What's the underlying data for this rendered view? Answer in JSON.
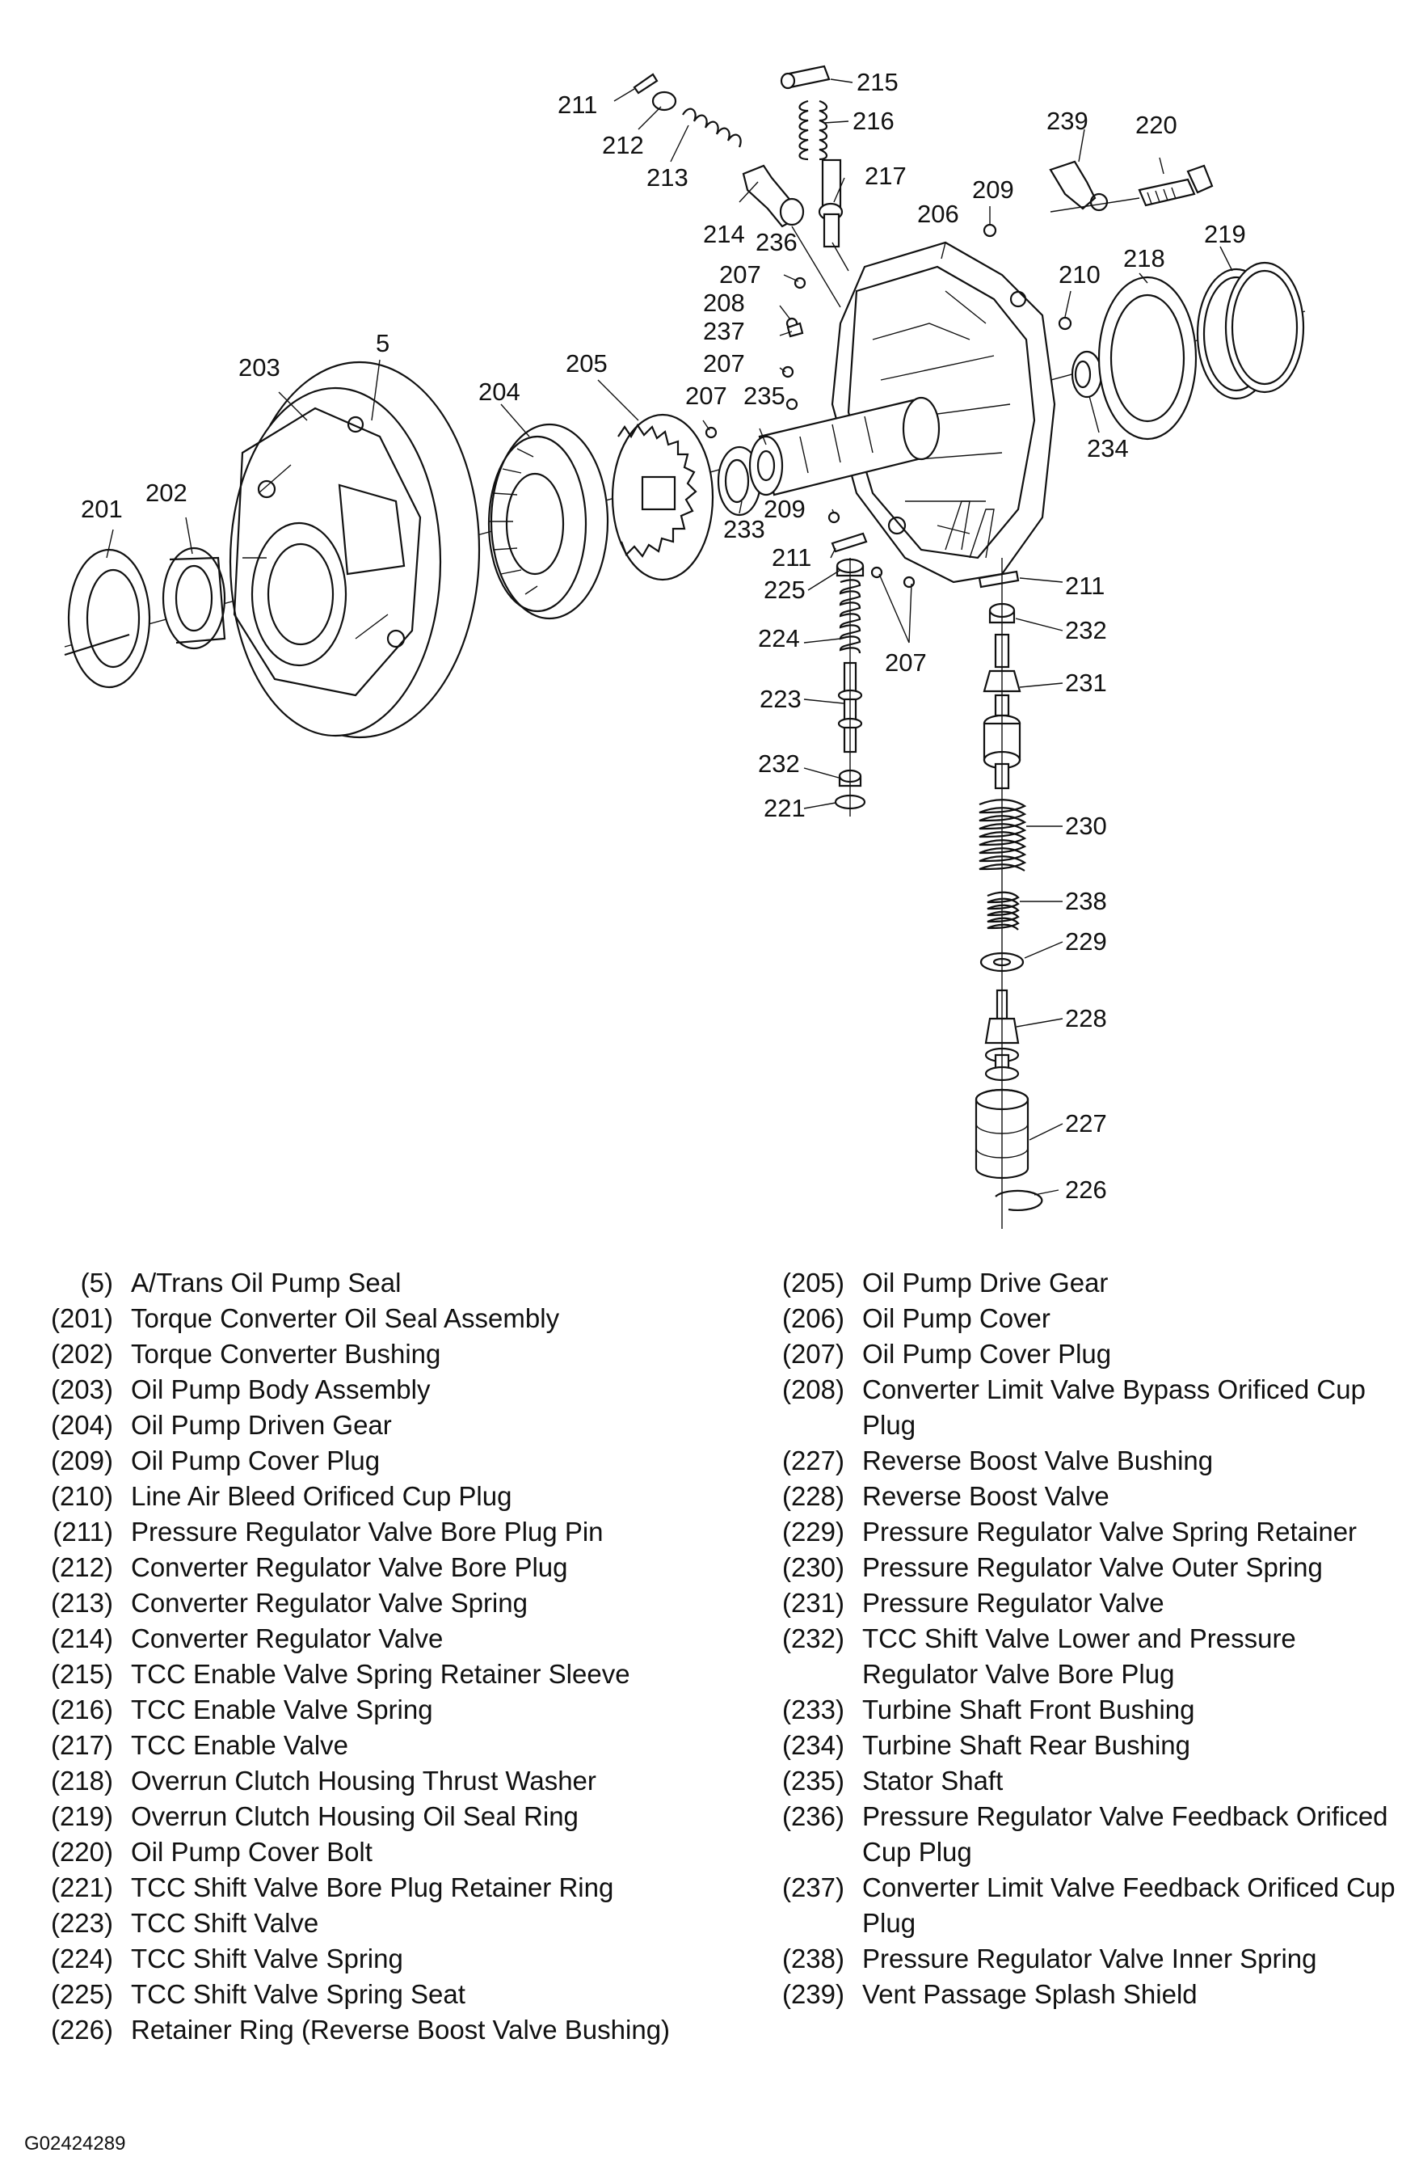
{
  "figure_id": "G02424289",
  "callouts": [
    "5",
    "201",
    "202",
    "203",
    "204",
    "205",
    "206",
    "207",
    "207",
    "207",
    "207",
    "208",
    "209",
    "209",
    "210",
    "211",
    "211",
    "211",
    "212",
    "213",
    "214",
    "215",
    "216",
    "217",
    "218",
    "219",
    "220",
    "221",
    "223",
    "224",
    "225",
    "226",
    "227",
    "228",
    "229",
    "230",
    "231",
    "232",
    "232",
    "233",
    "234",
    "235",
    "236",
    "237",
    "238",
    "239"
  ],
  "legend_left": [
    {
      "code": "(5)",
      "desc": "A/Trans Oil Pump Seal"
    },
    {
      "code": "(201)",
      "desc": "Torque Converter Oil Seal Assembly"
    },
    {
      "code": "(202)",
      "desc": "Torque Converter Bushing"
    },
    {
      "code": "(203)",
      "desc": "Oil Pump Body Assembly"
    },
    {
      "code": "(204)",
      "desc": "Oil Pump Driven Gear"
    },
    {
      "code": "(209)",
      "desc": "Oil Pump Cover Plug"
    },
    {
      "code": "(210)",
      "desc": "Line Air Bleed Orificed Cup Plug"
    },
    {
      "code": "(211)",
      "desc": "Pressure Regulator Valve Bore Plug Pin"
    },
    {
      "code": "(212)",
      "desc": "Converter Regulator Valve Bore Plug"
    },
    {
      "code": "(213)",
      "desc": "Converter Regulator Valve Spring"
    },
    {
      "code": "(214)",
      "desc": "Converter Regulator Valve"
    },
    {
      "code": "(215)",
      "desc": "TCC Enable Valve Spring Retainer Sleeve"
    },
    {
      "code": "(216)",
      "desc": "TCC Enable Valve Spring"
    },
    {
      "code": "(217)",
      "desc": "TCC Enable Valve"
    },
    {
      "code": "(218)",
      "desc": "Overrun Clutch Housing Thrust Washer"
    },
    {
      "code": "(219)",
      "desc": "Overrun Clutch Housing Oil Seal Ring"
    },
    {
      "code": "(220)",
      "desc": "Oil Pump Cover Bolt"
    },
    {
      "code": "(221)",
      "desc": "TCC Shift Valve Bore Plug Retainer Ring"
    },
    {
      "code": "(223)",
      "desc": "TCC Shift Valve"
    },
    {
      "code": "(224)",
      "desc": "TCC Shift Valve Spring"
    },
    {
      "code": "(225)",
      "desc": "TCC Shift Valve Spring Seat"
    },
    {
      "code": "(226)",
      "desc": "Retainer Ring (Reverse Boost Valve Bushing)"
    }
  ],
  "legend_right": [
    {
      "code": "(205)",
      "desc": "Oil Pump Drive Gear"
    },
    {
      "code": "(206)",
      "desc": "Oil Pump Cover"
    },
    {
      "code": "(207)",
      "desc": "Oil Pump Cover Plug"
    },
    {
      "code": "(208)",
      "desc": "Converter Limit Valve Bypass Orificed Cup Plug"
    },
    {
      "code": "(227)",
      "desc": "Reverse Boost Valve Bushing"
    },
    {
      "code": "(228)",
      "desc": "Reverse Boost Valve"
    },
    {
      "code": "(229)",
      "desc": "Pressure Regulator Valve Spring Retainer"
    },
    {
      "code": "(230)",
      "desc": "Pressure Regulator Valve Outer Spring"
    },
    {
      "code": "(231)",
      "desc": "Pressure Regulator Valve"
    },
    {
      "code": "(232)",
      "desc": "TCC Shift Valve Lower and Pressure Regulator Valve Bore Plug"
    },
    {
      "code": "(233)",
      "desc": "Turbine Shaft Front Bushing"
    },
    {
      "code": "(234)",
      "desc": "Turbine Shaft Rear Bushing"
    },
    {
      "code": "(235)",
      "desc": "Stator Shaft"
    },
    {
      "code": "(236)",
      "desc": "Pressure Regulator Valve Feedback Orificed Cup Plug"
    },
    {
      "code": "(237)",
      "desc": "Converter Limit Valve Feedback Orificed Cup Plug"
    },
    {
      "code": "(238)",
      "desc": "Pressure Regulator Valve Inner Spring"
    },
    {
      "code": "(239)",
      "desc": "Vent Passage Splash Shield"
    }
  ]
}
